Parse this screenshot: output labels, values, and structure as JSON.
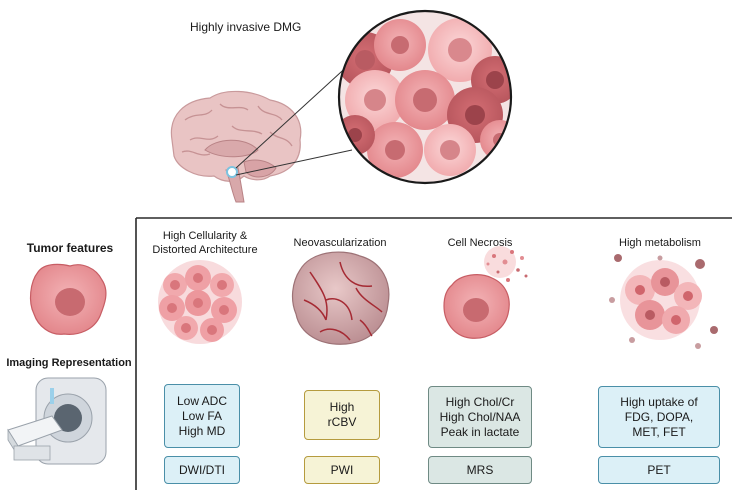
{
  "header": {
    "title": "Highly invasive DMG"
  },
  "left": {
    "tumor_features": "Tumor features",
    "imaging_representation": "Imaging Representation"
  },
  "columns": [
    {
      "title_lines": [
        "High Cellularity &",
        "Distorted Architecture"
      ],
      "findings": [
        "Low ADC",
        "Low FA",
        "High MD"
      ],
      "modality": "DWI/DTI"
    },
    {
      "title_lines": [
        "Neovascularization"
      ],
      "findings": [
        "High",
        "rCBV"
      ],
      "modality": "PWI"
    },
    {
      "title_lines": [
        "Cell Necrosis"
      ],
      "findings": [
        "High Chol/Cr",
        "High Chol/NAA",
        "Peak in lactate"
      ],
      "modality": "MRS"
    },
    {
      "title_lines": [
        "High metabolism"
      ],
      "findings": [
        "High uptake of",
        "FDG, DOPA,",
        "MET, FET"
      ],
      "modality": "PET"
    }
  ],
  "colors": {
    "blue_box": "#dcf0f7",
    "yellow_box": "#f6f3d6",
    "gray_box": "#dbe7e4",
    "cell_pink": "#e8868b"
  }
}
